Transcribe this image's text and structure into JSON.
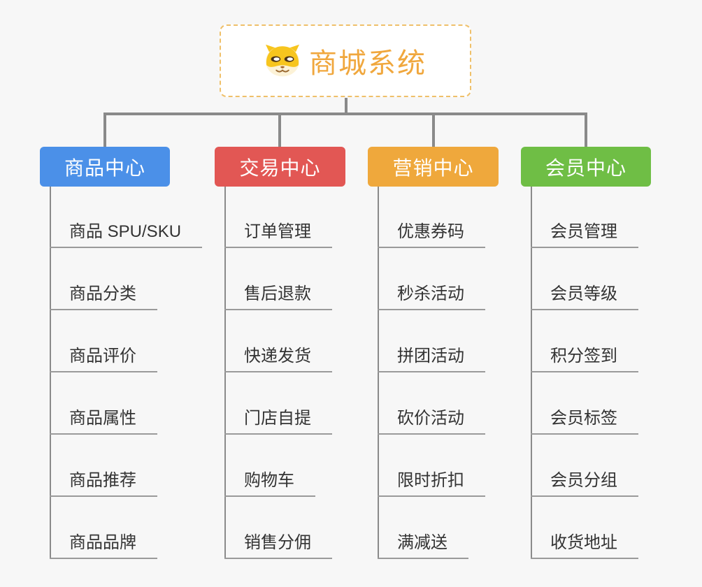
{
  "canvas": {
    "background": "#F7F7F7",
    "connector_color": "#8A8A8A"
  },
  "root": {
    "title": "商城系统",
    "icon": "dog-face-icon",
    "text_color": "#F0A73D",
    "border_color": "#EFC06A",
    "background": "#FFFFFF"
  },
  "branches": [
    {
      "label": "商品中心",
      "color": "#4B90E8",
      "children": [
        "商品 SPU/SKU",
        "商品分类",
        "商品评价",
        "商品属性",
        "商品推荐",
        "商品品牌"
      ]
    },
    {
      "label": "交易中心",
      "color": "#E25754",
      "children": [
        "订单管理",
        "售后退款",
        "快递发货",
        "门店自提",
        "购物车",
        "销售分佣"
      ]
    },
    {
      "label": "营销中心",
      "color": "#EFA83C",
      "children": [
        "优惠券码",
        "秒杀活动",
        "拼团活动",
        "砍价活动",
        "限时折扣",
        "满减送"
      ]
    },
    {
      "label": "会员中心",
      "color": "#6FBE45",
      "children": [
        "会员管理",
        "会员等级",
        "积分签到",
        "会员标签",
        "会员分组",
        "收货地址"
      ]
    }
  ]
}
